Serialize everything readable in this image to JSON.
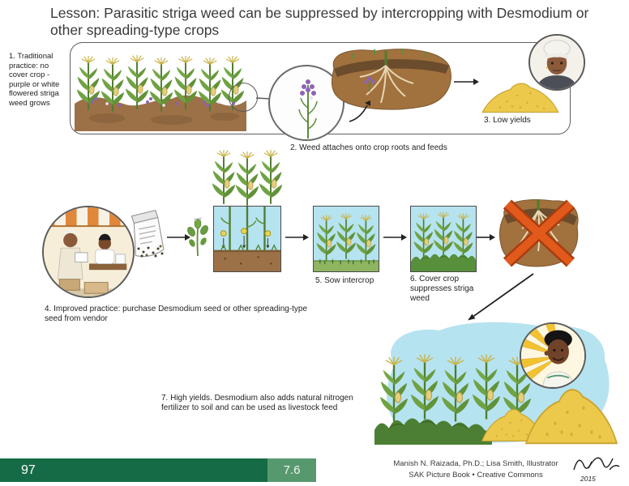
{
  "title": "Lesson: Parasitic striga weed can be suppressed by intercropping with Desmodium or other spreading-type crops",
  "steps": {
    "step1": "1. Traditional practice: no cover crop - purple or white flowered striga weed grows",
    "step2": "2. Weed attaches onto crop roots and feeds",
    "step3": "3. Low yields",
    "step4": "4. Improved practice: purchase Desmodium seed or other spreading-type seed from vendor",
    "step5": "5. Sow intercrop",
    "step6": "6. Cover crop suppresses striga weed",
    "step7": "7. High yields. Desmodium also adds natural nitrogen fertilizer to soil and can be used as livestock feed"
  },
  "footer": {
    "page_number": "97",
    "section_number": "7.6",
    "credit_line1": "Manish N. Raizada, Ph.D.; Lisa Smith, Illustrator",
    "credit_line2": "SAK Picture Book • Creative Commons",
    "signature_year": "2015"
  },
  "illustrations": {
    "field": "maize-field-with-striga",
    "magnifier": "magnified-striga-weed",
    "roots": "weed-attached-to-crop-roots",
    "pile": "corn-pile",
    "portrait_sad": "farmer-portrait",
    "vendor": "seed-vendor-scene",
    "bag": "seed-bag",
    "seeds": "desmodium-seeds",
    "sprig": "desmodium-sprig",
    "red_x": "red-x",
    "portrait_happy": "happy-farmer-portrait-with-sun"
  },
  "colors": {
    "green_bar": "#156b45",
    "section_box": "#57996f",
    "sky_blue": "#b6e3f0",
    "soil_brown": "#9c7148",
    "corn_yellow": "#ecc94b",
    "maize_green": "#6fa243",
    "cover_green": "#578f39",
    "red_x": "#dd5a1e",
    "striga_purple": "#8e62b5"
  }
}
